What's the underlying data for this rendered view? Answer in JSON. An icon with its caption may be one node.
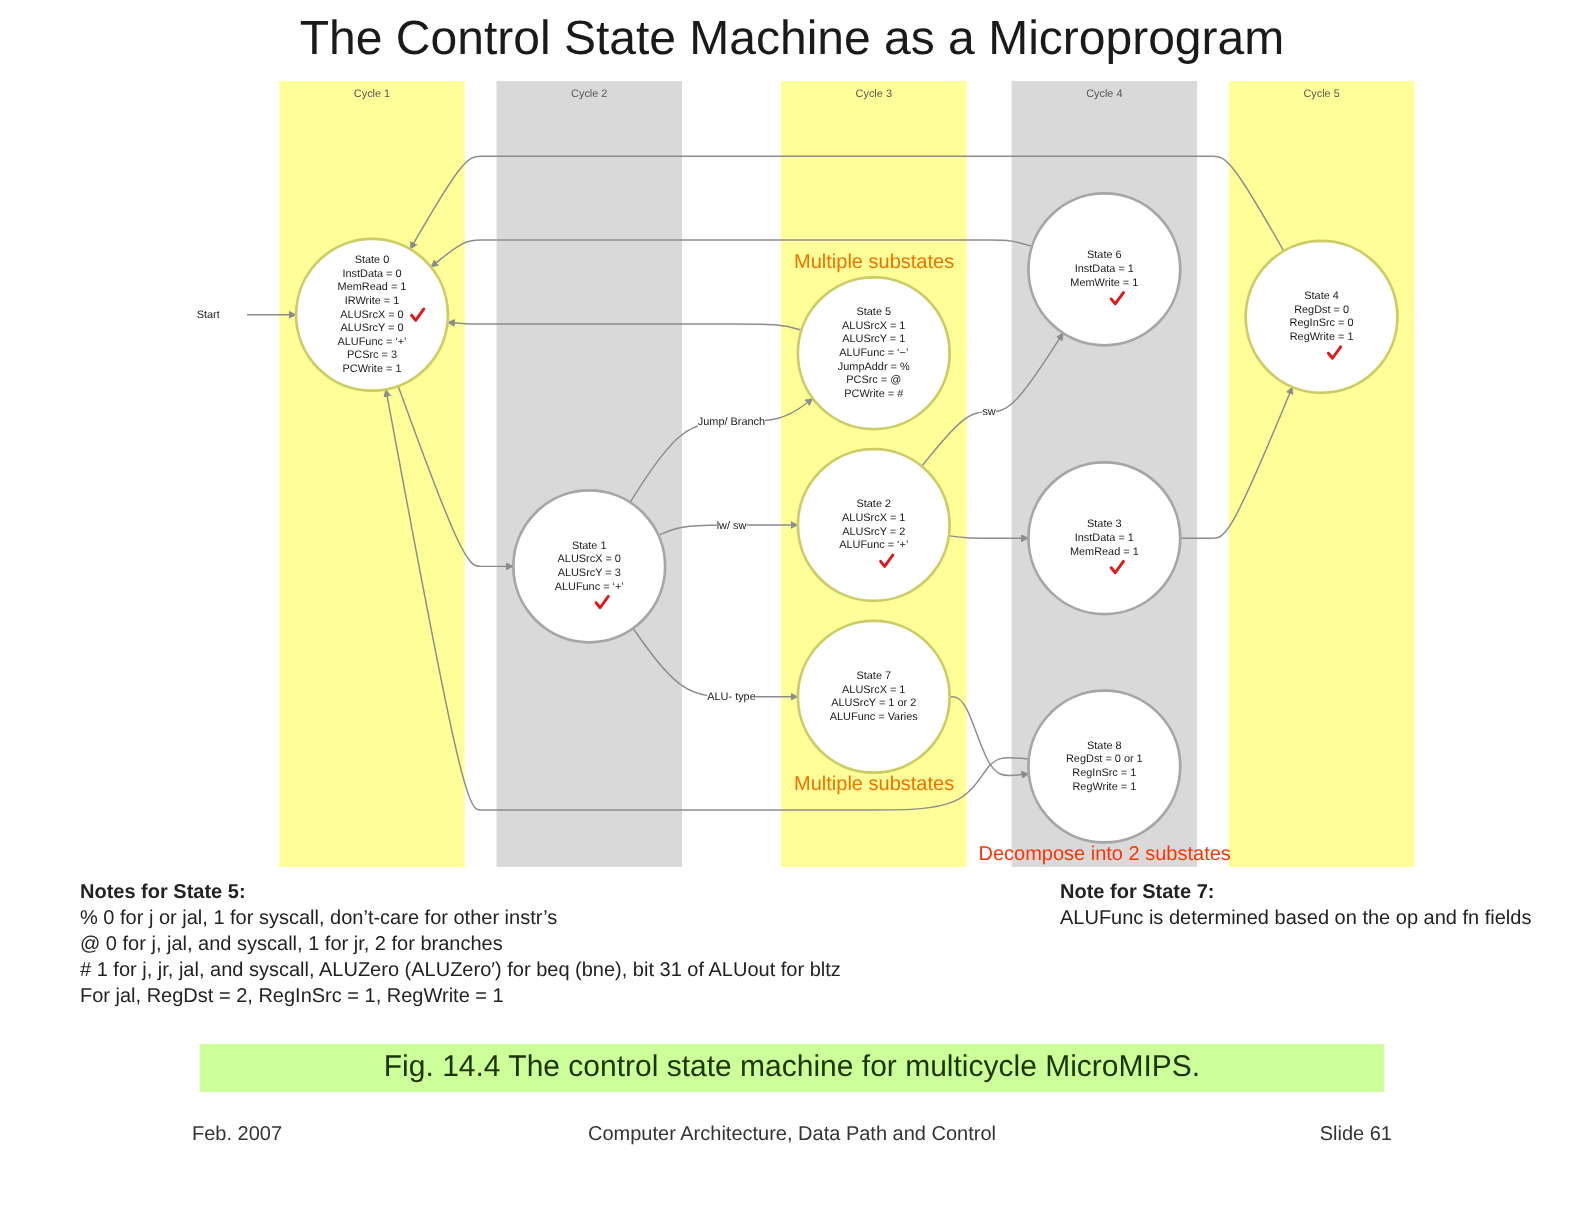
{
  "diagram": {
    "title": "The Control State Machine as a Microprogram",
    "caption": "Fig. 14.4 The control state machine for multicycle MicroMIPS.",
    "nodes": [
      {
        "text": [
          "Cycle 1"
        ]
      },
      {
        "text": [
          "State 0",
          "InstData = 0",
          "MemRead = 1",
          "IRWrite = 1",
          "ALUSrcX = 0",
          "ALUSrcY = 0",
          "ALUFunc = ‘+’",
          "PCSrc = 3",
          "PCWrite = 1"
        ],
        "in": 0
      },
      {
        "text": [
          "Start"
        ]
      },
      {
        "text": [
          "Cycle 2"
        ]
      },
      {
        "text": [
          "State 1",
          "ALUSrcX = 0",
          "ALUSrcY = 3",
          "ALUFunc = ‘+’"
        ],
        "in": 3
      },
      {
        "text": [
          "Cycle 3"
        ]
      },
      {
        "text": [
          "State 5",
          "ALUSrcX = 1",
          "ALUSrcY = 1",
          "ALUFunc = ‘−’",
          "JumpAddr = %",
          "PCSrc = @",
          "PCWrite = #"
        ],
        "in": 5,
        "beside": [
          "Multiple substates"
        ]
      },
      {
        "text": [
          "State 2",
          "ALUSrcX = 1",
          "ALUSrcY = 2",
          "ALUFunc = ‘+’"
        ],
        "in": 5
      },
      {
        "text": [
          "State 7",
          "ALUSrcX = 1",
          "ALUSrcY = 1 or 2",
          "ALUFunc = Varies"
        ],
        "in": 5,
        "beside": [
          "Multiple substates"
        ]
      },
      {
        "text": [
          "Cycle 4"
        ]
      },
      {
        "text": [
          "State 6",
          "InstData = 1",
          "MemWrite = 1"
        ],
        "in": 9
      },
      {
        "text": [
          "State 3",
          "InstData = 1",
          "MemRead = 1"
        ],
        "in": 9
      },
      {
        "text": [
          "State 8",
          "RegDst = 0 or 1",
          "RegInSrc = 1",
          "RegWrite = 1"
        ],
        "in": 9,
        "beside": [
          "Decompose into 2 substates"
        ]
      },
      {
        "text": [
          "Cycle 5"
        ]
      },
      {
        "text": [
          "State 4",
          "RegDst = 0",
          "RegInSrc = 0",
          "RegWrite = 1"
        ],
        "in": 13
      }
    ],
    "edges": [
      {
        "from": 2,
        "to": 1,
        "arrow": "to"
      },
      {
        "from": 1,
        "to": 4,
        "arrow": "to"
      },
      {
        "from": 4,
        "to": 6,
        "arrow": "to",
        "label": "Jump/ Branch"
      },
      {
        "from": 4,
        "to": 7,
        "arrow": "to",
        "label": "lw/ sw"
      },
      {
        "from": 4,
        "to": 8,
        "arrow": "to",
        "label": "ALU- type"
      },
      {
        "from": 6,
        "to": 1,
        "arrow": "to"
      },
      {
        "from": 7,
        "to": 10,
        "arrow": "to",
        "label": "sw"
      },
      {
        "from": 7,
        "to": 11,
        "arrow": "to"
      },
      {
        "from": 8,
        "to": 12,
        "arrow": "to"
      },
      {
        "from": 10,
        "to": 1,
        "arrow": "to"
      },
      {
        "from": 11,
        "to": 14,
        "arrow": "to"
      },
      {
        "from": 12,
        "to": 1,
        "arrow": "to"
      },
      {
        "from": 14,
        "to": 1,
        "arrow": "to"
      }
    ],
    "labels": [
      "Notes for State 5:",
      "% 0 for j or jal, 1 for syscall, don’t-care for other instr’s",
      "@ 0 for j, jal, and syscall, 1 for jr, 2 for branches",
      "# 1 for j, jr, jal, and syscall, ALUZero (ALUZero′) for beq (bne), bit 31 of ALUout for bltz",
      "For jal, RegDst = 2, RegInSrc = 1, RegWrite = 1",
      "Note for State 7:",
      "ALUFunc is determined based on the op and fn fields",
      "Feb. 2007",
      "Computer Architecture, Data Path and Control",
      "Slide 61"
    ]
  }
}
